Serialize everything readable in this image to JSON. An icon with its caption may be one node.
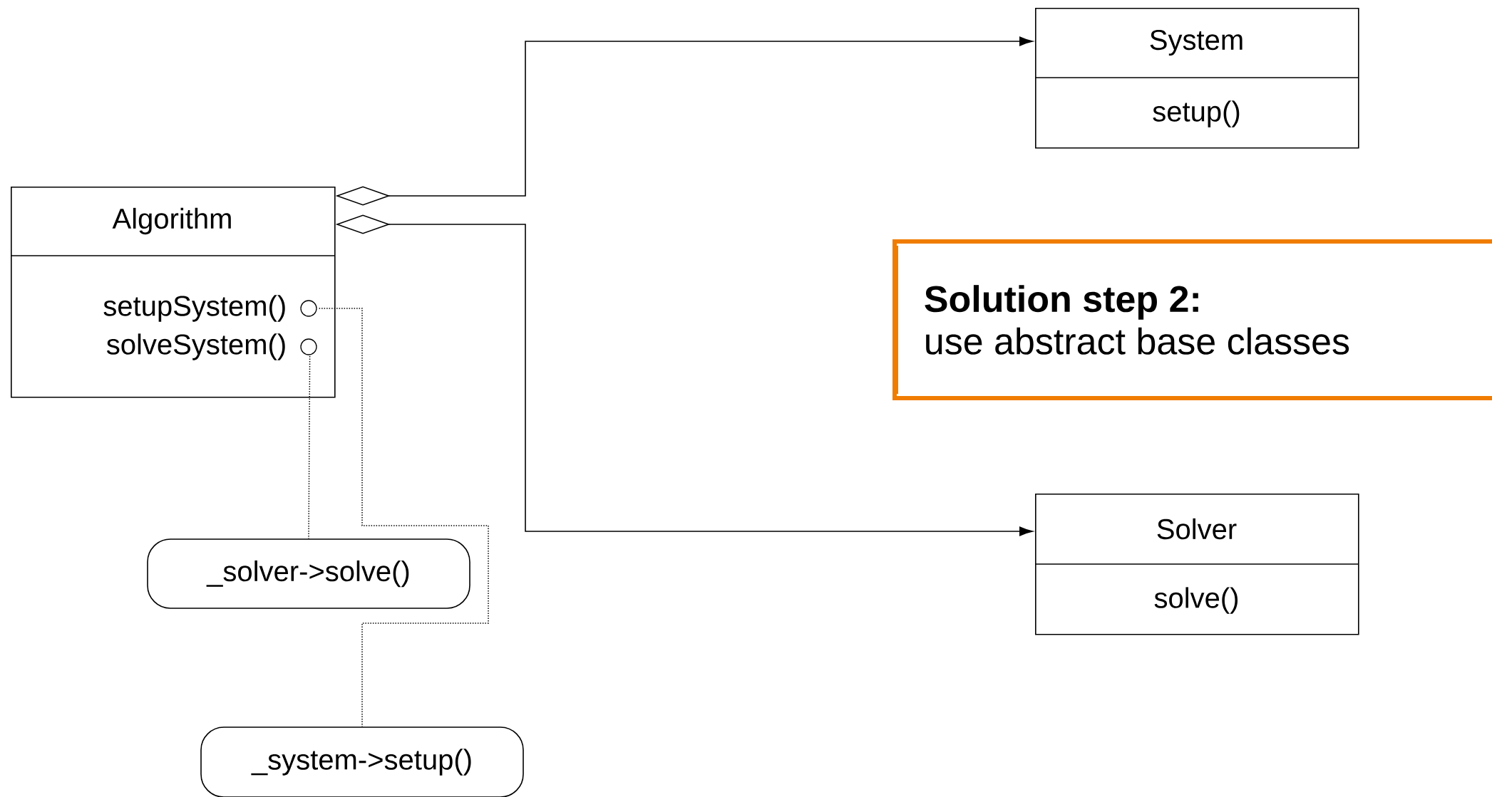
{
  "diagram": {
    "nodes": [
      {
        "text": [
          "Algorithm",
          "setupSystem()",
          "solveSystem()"
        ]
      },
      {
        "text": [
          "System",
          "setup()"
        ]
      },
      {
        "text": [
          "Solver",
          "solve()"
        ]
      },
      {
        "text": [
          "_solver->solve()"
        ]
      },
      {
        "text": [
          "_system->setup()"
        ]
      },
      {
        "text": [
          "Solution step 2:",
          "use abstract base classes"
        ]
      }
    ],
    "edges": [
      {
        "from": 0,
        "to": 1,
        "arrow": "to"
      },
      {
        "from": 0,
        "to": 2,
        "arrow": "to"
      },
      {
        "from": 0,
        "to": 4,
        "arrow": "none",
        "style": "dashed"
      },
      {
        "from": 0,
        "to": 3,
        "arrow": "none",
        "style": "dashed"
      }
    ]
  }
}
